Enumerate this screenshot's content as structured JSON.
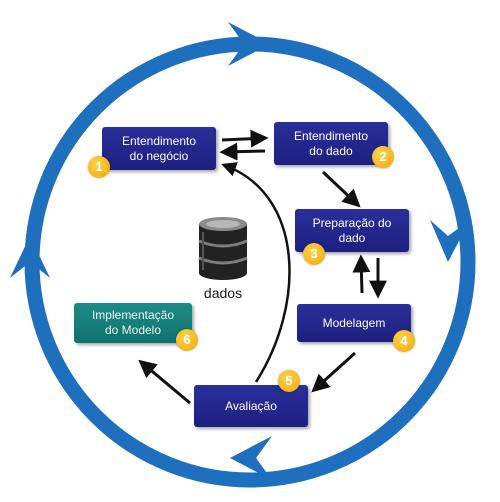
{
  "steps": [
    {
      "number": "1",
      "label_line1": "Entendimento",
      "label_line2": "do negócio"
    },
    {
      "number": "2",
      "label_line1": "Entendimento",
      "label_line2": "do dado"
    },
    {
      "number": "3",
      "label_line1": "Preparação do",
      "label_line2": "dado"
    },
    {
      "number": "4",
      "label_line1": "Modelagem",
      "label_line2": ""
    },
    {
      "number": "5",
      "label_line1": "Avaliação",
      "label_line2": ""
    },
    {
      "number": "6",
      "label_line1": "Implementação",
      "label_line2": "do Modelo"
    }
  ],
  "center_label": "dados",
  "colors": {
    "cycle_ring": "#1f6fbf",
    "step_box": "#23278c",
    "deploy_box": "#15807b",
    "badge": "#f2b51b",
    "arrow": "#111111"
  }
}
